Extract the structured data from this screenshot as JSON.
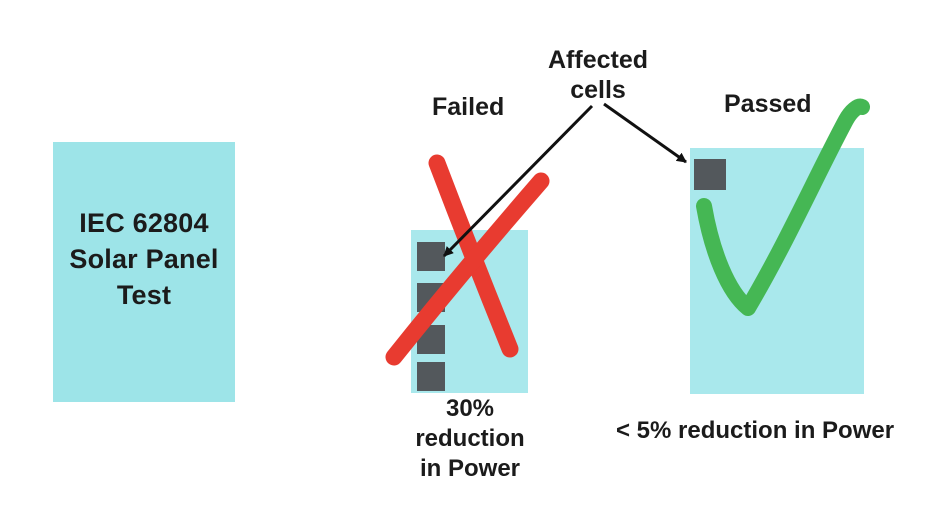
{
  "title_box": {
    "lines": [
      "IEC 62804",
      "Solar Panel",
      "Test"
    ]
  },
  "annotation": {
    "lines": [
      "Affected",
      "cells"
    ]
  },
  "failed": {
    "label": "Failed",
    "caption_lines": [
      "30% reduction",
      "in Power"
    ],
    "affected_cell_count": 4
  },
  "passed": {
    "label": "Passed",
    "caption": "< 5% reduction in Power",
    "affected_cell_count": 1
  },
  "colors": {
    "panel_cyan": "#9de4e8",
    "panel_cyan_light": "#a9e8ec",
    "cell_gray": "#53585c",
    "fail_red": "#e83b30",
    "pass_green": "#45b754",
    "arrow_black": "#111111",
    "text_ink": "#1b1b1b"
  }
}
